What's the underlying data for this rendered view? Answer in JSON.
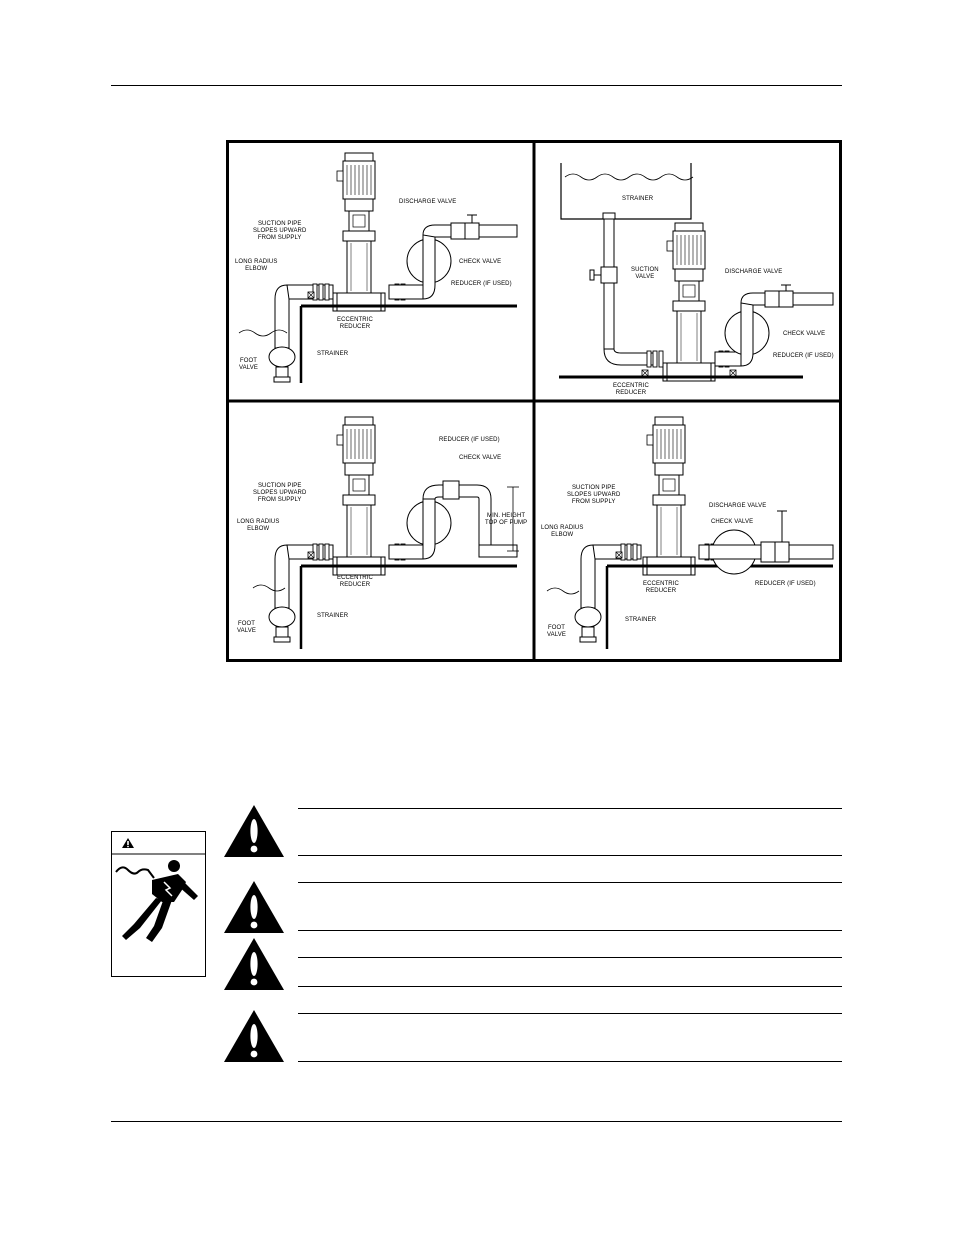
{
  "figure": {
    "panel1": {
      "discharge_valve": "DISCHARGE VALVE",
      "suction_pipe": "SUCTION PIPE\nSLOPES UPWARD\nFROM SUPPLY",
      "long_radius_elbow": "LONG RADIUS\nELBOW",
      "check_valve": "CHECK VALVE",
      "reducer": "REDUCER (IF USED)",
      "eccentric_reducer": "ECCENTRIC\nREDUCER",
      "foot_valve": "FOOT\nVALVE",
      "strainer": "STRAINER"
    },
    "panel2": {
      "strainer": "STRAINER",
      "suction_valve": "SUCTION\nVALVE",
      "discharge_valve": "DISCHARGE VALVE",
      "check_valve": "CHECK VALVE",
      "reducer": "REDUCER (IF USED)",
      "eccentric_reducer": "ECCENTRIC\nREDUCER"
    },
    "panel3": {
      "reducer": "REDUCER (IF USED)",
      "check_valve": "CHECK VALVE",
      "suction_pipe": "SUCTION PIPE\nSLOPES UPWARD\nFROM SUPPLY",
      "long_radius_elbow": "LONG RADIUS\nELBOW",
      "min_height": "MIN. HEIGHT\nTOP OF PUMP",
      "eccentric_reducer": "ECCENTRIC\nREDUCER",
      "foot_valve": "FOOT\nVALVE",
      "strainer": "STRAINER"
    },
    "panel4": {
      "suction_pipe": "SUCTION PIPE\nSLOPES UPWARD\nFROM SUPPLY",
      "discharge_valve": "DISCHARGE VALVE",
      "check_valve": "CHECK VALVE",
      "long_radius_elbow": "LONG RADIUS\nELBOW",
      "eccentric_reducer": "ECCENTRIC\nREDUCER",
      "reducer": "REDUCER (IF USED)",
      "foot_valve": "FOOT\nVALVE",
      "strainer": "STRAINER"
    }
  },
  "icons": {
    "warning": "warning-triangle-icon",
    "electrical": "electrical-shock-icon"
  }
}
